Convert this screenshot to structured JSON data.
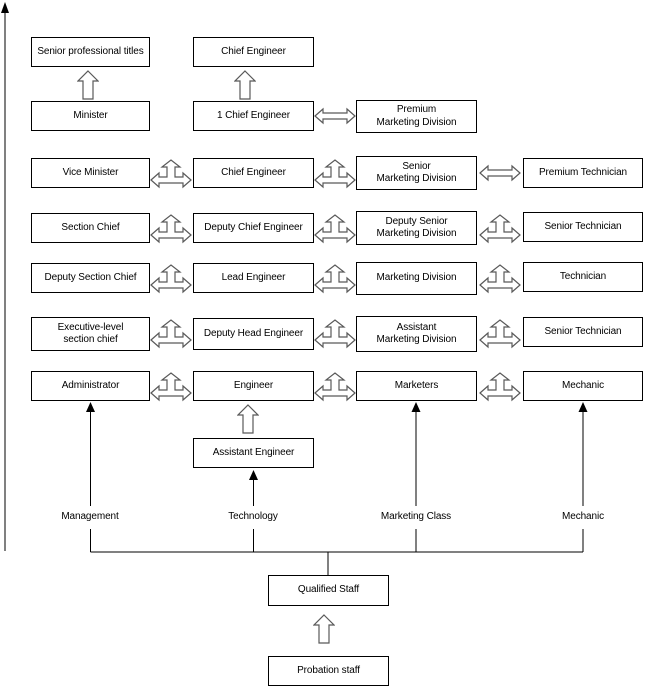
{
  "diagram_title": "",
  "columns": [
    {
      "label": "Management",
      "boxes": [
        "Senior professional titles",
        "Minister",
        "Vice Minister",
        "Section Chief",
        "Deputy Section Chief",
        "Executive-level\nsection chief",
        "Administrator"
      ]
    },
    {
      "label": "Technology",
      "boxes": [
        "Chief Engineer",
        "1 Chief Engineer",
        "Chief Engineer",
        "Deputy Chief Engineer",
        "Lead Engineer",
        "Deputy Head Engineer",
        "Engineer",
        "Assistant Engineer"
      ]
    },
    {
      "label": "Marketing Class",
      "boxes": [
        "Premium\nMarketing Division",
        "Senior\nMarketing Division",
        "Deputy Senior\nMarketing Division",
        "Marketing Division",
        "Assistant\nMarketing Division",
        "Marketers"
      ]
    },
    {
      "label": "Mechanic",
      "boxes": [
        "Premium Technician",
        "Senior Technician",
        "Technician",
        "Senior Technician",
        "Mechanic"
      ]
    }
  ],
  "bottom": {
    "qualified": "Qualified Staff",
    "probation": "Probation staff"
  },
  "icons": {
    "axis_arrow": "vertical-axis-up-arrow",
    "up_arrow": "hollow-up-arrow",
    "double_arrow": "hollow-double-horizontal-arrow",
    "three_way_arrow": "hollow-left-right-up-arrow",
    "thin_arrow": "thin-up-arrow"
  },
  "colors": {
    "background": "#ffffff",
    "box_border": "#000000",
    "text": "#000000",
    "thin_line": "#000000",
    "hollow_arrow_outline": "#595959"
  }
}
